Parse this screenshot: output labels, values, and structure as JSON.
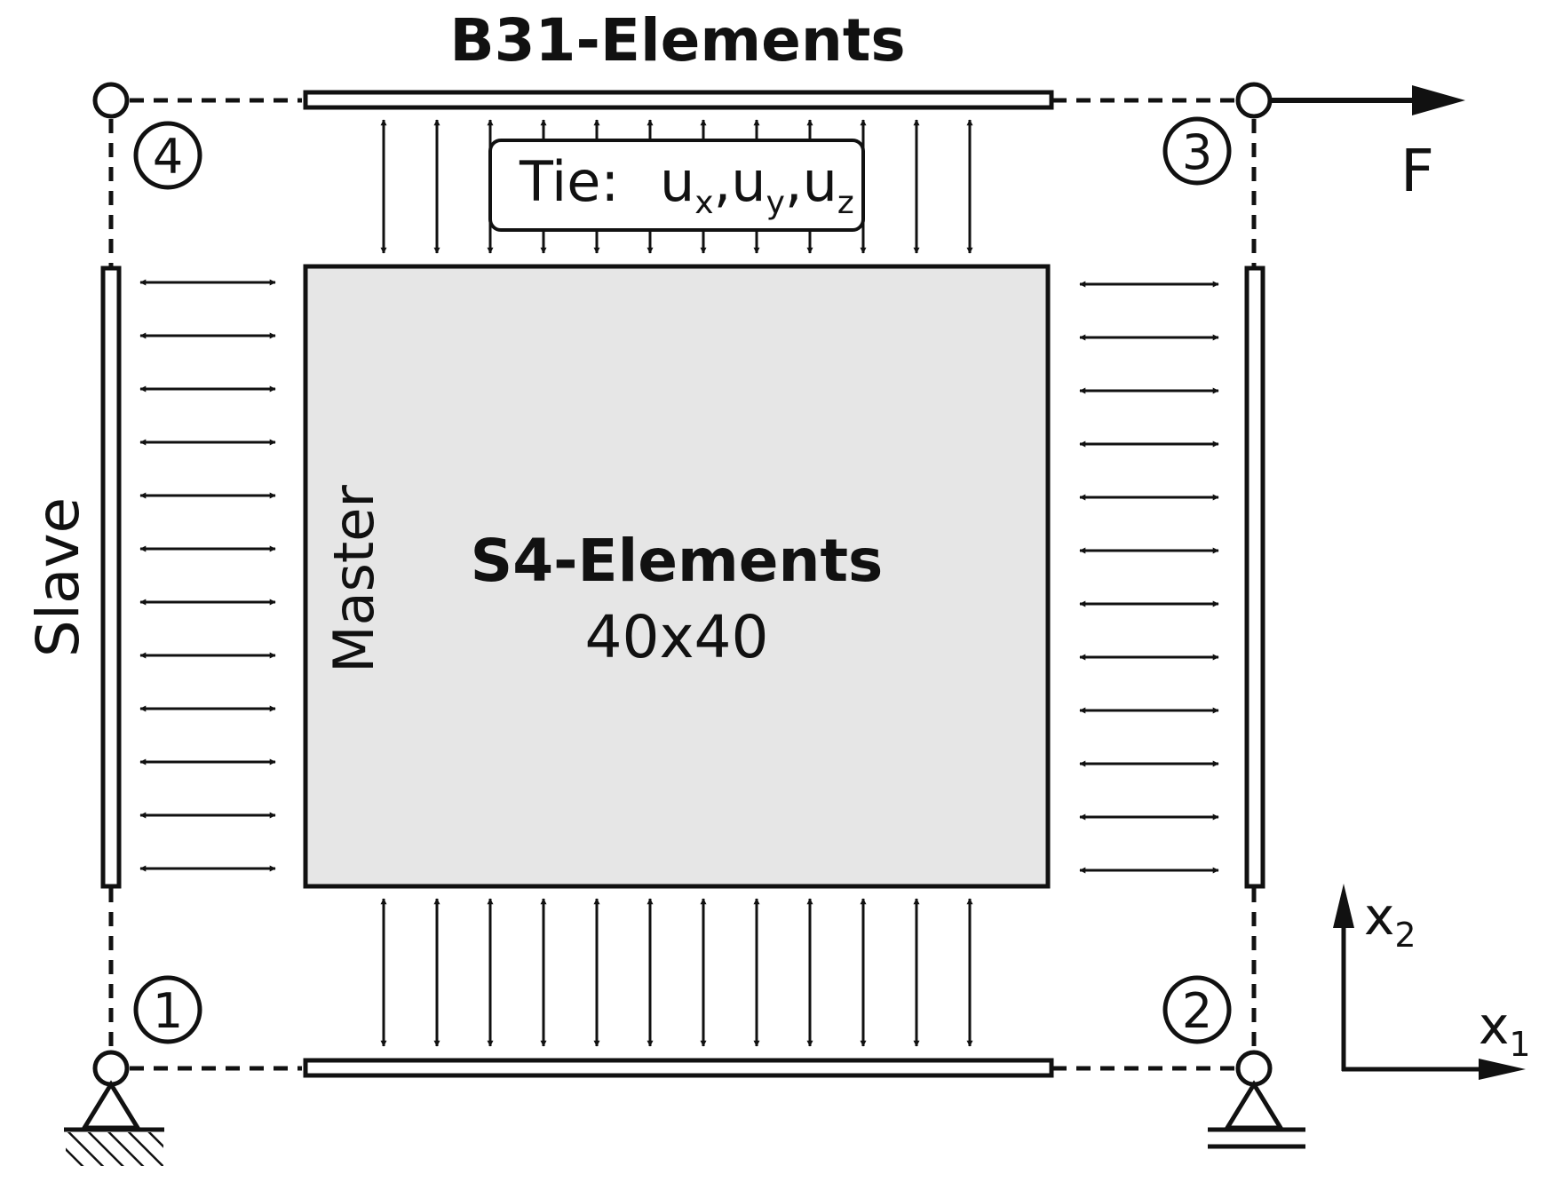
{
  "labels": {
    "top_title": "B31-Elements",
    "center_title": "S4-Elements",
    "center_mesh": "40x40",
    "slave": "Slave",
    "master": "Master",
    "tie_prefix": "Tie:",
    "tie_u": "u",
    "tie_sub_x": "x",
    "tie_sub_y": "y",
    "tie_sub_z": "z",
    "tie_comma": ",",
    "force": "F",
    "axis_x1": "x",
    "axis_x1_sub": "1",
    "axis_x2": "x",
    "axis_x2_sub": "2"
  },
  "nodes": [
    {
      "id": "node-1",
      "label": "1"
    },
    {
      "id": "node-2",
      "label": "2"
    },
    {
      "id": "node-3",
      "label": "3"
    },
    {
      "id": "node-4",
      "label": "4"
    }
  ],
  "colors": {
    "line": "#111111",
    "plate_fill": "#e6e6e6",
    "background": "#ffffff"
  }
}
